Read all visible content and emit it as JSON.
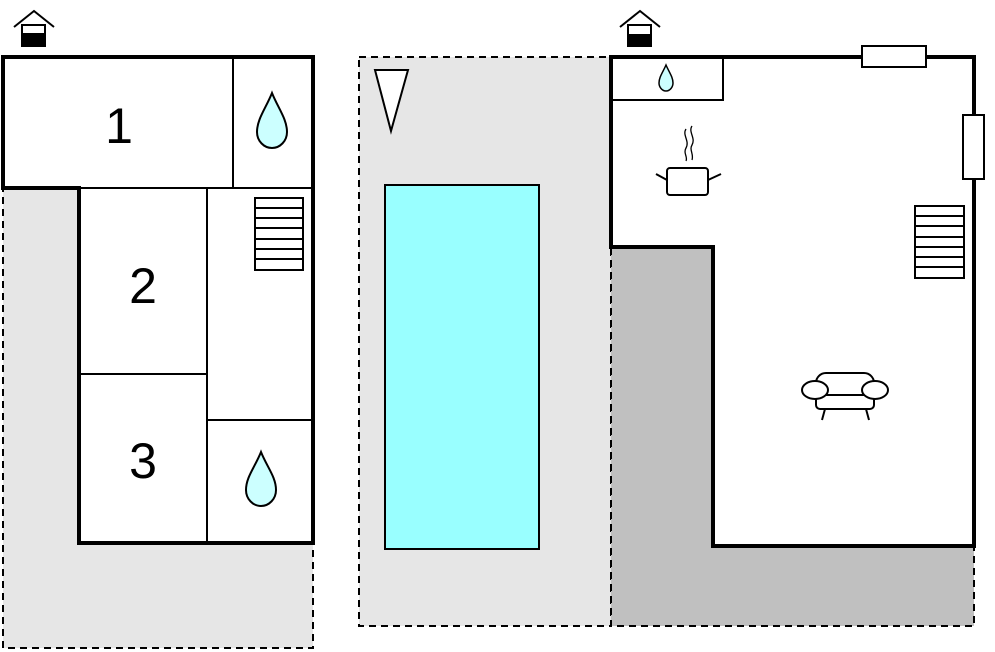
{
  "rooms": [
    {
      "label": "1"
    },
    {
      "label": "2"
    },
    {
      "label": "3"
    }
  ],
  "icons": {
    "level_marker": "house-floor-icon",
    "bathroom": "water-drop-icon",
    "stairs": "stairs-icon",
    "kitchen": "cooking-pot-icon",
    "living": "sofa-icon",
    "north": "north-arrow-icon",
    "window": "window-icon"
  },
  "colors": {
    "terrace": "#e6e6e6",
    "covered_terrace": "#c0c0c0",
    "pool": "#99ffff",
    "water": "#ccffff",
    "wall": "#000000",
    "floor": "#ffffff"
  }
}
